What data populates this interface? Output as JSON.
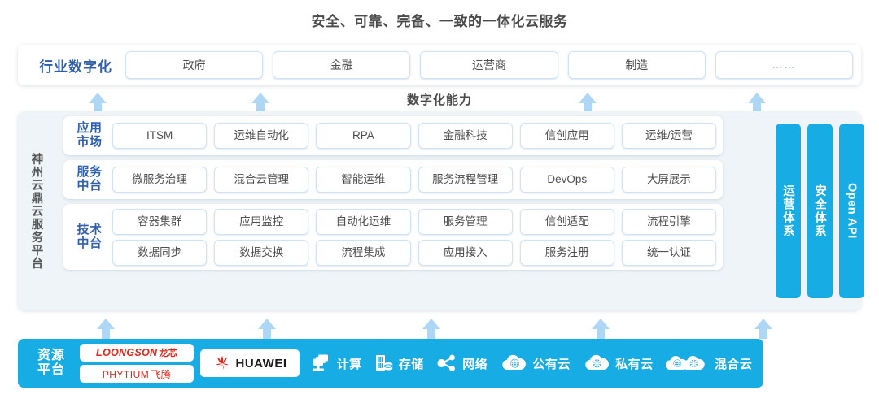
{
  "title": "安全、可靠、完备、一致的一体化云服务",
  "industry": {
    "label": "行业数字化",
    "items": [
      {
        "label": "政府"
      },
      {
        "label": "金融"
      },
      {
        "label": "运营商"
      },
      {
        "label": "制造"
      },
      {
        "label": "……"
      }
    ]
  },
  "capability_label": "数字化能力",
  "platform": {
    "side_label": "神州云鼎云服务平台",
    "rows": [
      {
        "label": "应用市场",
        "label_line1": "应用",
        "label_line2": "市场",
        "items": [
          "ITSM",
          "运维自动化",
          "RPA",
          "金融科技",
          "信创应用",
          "运维/运营"
        ]
      },
      {
        "label": "服务中台",
        "label_line1": "服务",
        "label_line2": "中台",
        "items": [
          "微服务治理",
          "混合云管理",
          "智能运维",
          "服务流程管理",
          "DevOps",
          "大屏展示"
        ]
      },
      {
        "label": "技术中台",
        "label_line1": "技术",
        "label_line2": "中台",
        "items_line1": [
          "容器集群",
          "应用监控",
          "自动化运维",
          "服务管理",
          "信创适配",
          "流程引擎"
        ],
        "items_line2": [
          "数据同步",
          "数据交换",
          "流程集成",
          "应用接入",
          "服务注册",
          "统一认证"
        ]
      }
    ],
    "pillars": [
      {
        "label": "运营体系",
        "type": "cjk"
      },
      {
        "label": "安全体系",
        "type": "cjk"
      },
      {
        "label": "Open API",
        "type": "latin"
      }
    ]
  },
  "resource": {
    "label_line1": "资源",
    "label_line2": "平台",
    "logos": [
      {
        "name": "loongson",
        "latin": "LOONGSON",
        "cn": "龙芯"
      },
      {
        "name": "phytium",
        "latin": "PHYTIUM",
        "cn": "飞腾"
      },
      {
        "name": "huawei",
        "latin": "HUAWEI",
        "cn": ""
      }
    ],
    "items": [
      {
        "label": "计算",
        "icon": "compute-icon"
      },
      {
        "label": "存储",
        "icon": "storage-icon"
      },
      {
        "label": "网络",
        "icon": "network-icon"
      },
      {
        "label": "公有云",
        "icon": "public-cloud-icon"
      },
      {
        "label": "私有云",
        "icon": "private-cloud-icon"
      },
      {
        "label": "混合云",
        "icon": "hybrid-cloud-icon"
      }
    ]
  },
  "colors": {
    "accent_blue": "#18ace5",
    "arrow_blue": "#aed6f5",
    "label_blue": "#2f5fae",
    "panel_bg": "#eef4f8",
    "chip_border": "#cfe3f5",
    "logo_red": "#e1251b"
  },
  "arrows": {
    "middle": [
      120,
      320,
      720,
      920
    ],
    "lower": [
      128,
      325,
      525,
      738,
      938
    ]
  }
}
